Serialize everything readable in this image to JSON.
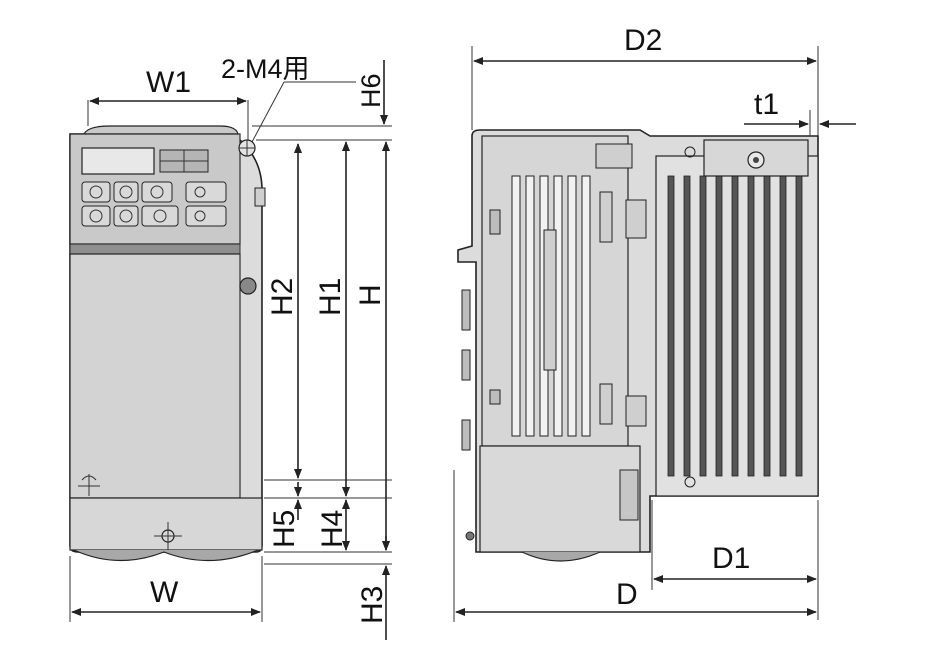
{
  "labels": {
    "W1": "W1",
    "W": "W",
    "screw_note": "2-M4用",
    "H6": "H6",
    "H2": "H2",
    "H1": "H1",
    "H": "H",
    "H5": "H5",
    "H4": "H4",
    "H3": "H3",
    "D2": "D2",
    "t1": "t1",
    "D1": "D1",
    "D": "D"
  }
}
